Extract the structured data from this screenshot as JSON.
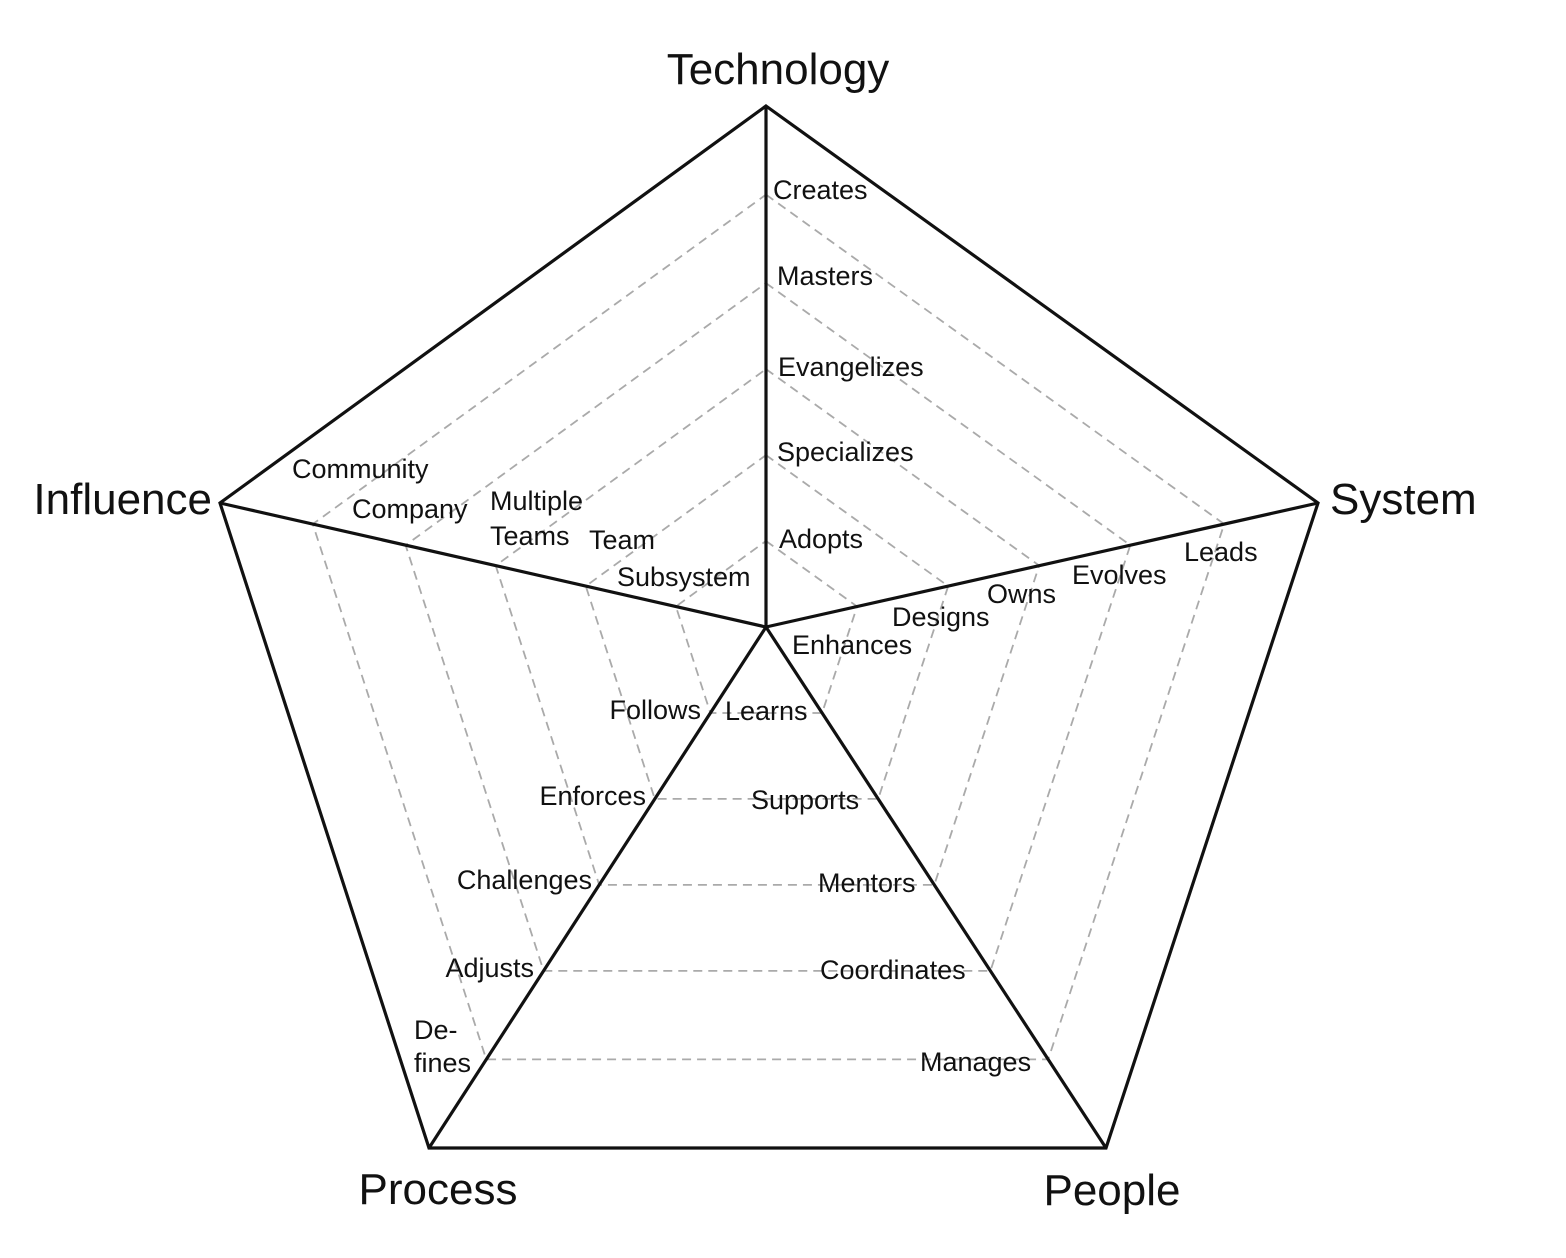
{
  "axes": [
    {
      "name": "Technology",
      "levels": [
        "Adopts",
        "Specializes",
        "Evangelizes",
        "Masters",
        "Creates"
      ]
    },
    {
      "name": "System",
      "levels": [
        "Enhances",
        "Designs",
        "Owns",
        "Evolves",
        "Leads"
      ]
    },
    {
      "name": "People",
      "levels": [
        "Learns",
        "Supports",
        "Mentors",
        "Coordinates",
        "Manages"
      ]
    },
    {
      "name": "Process",
      "levels": [
        "Follows",
        "Enforces",
        "Challenges",
        "Adjusts",
        "De-\nfines"
      ]
    },
    {
      "name": "Influence",
      "levels": [
        "Subsystem",
        "Team",
        "Multiple\nTeams",
        "Company",
        "Community"
      ]
    }
  ],
  "colors": {
    "frame": "#111111",
    "ring": "#aaaaaa",
    "text": "#111111"
  }
}
